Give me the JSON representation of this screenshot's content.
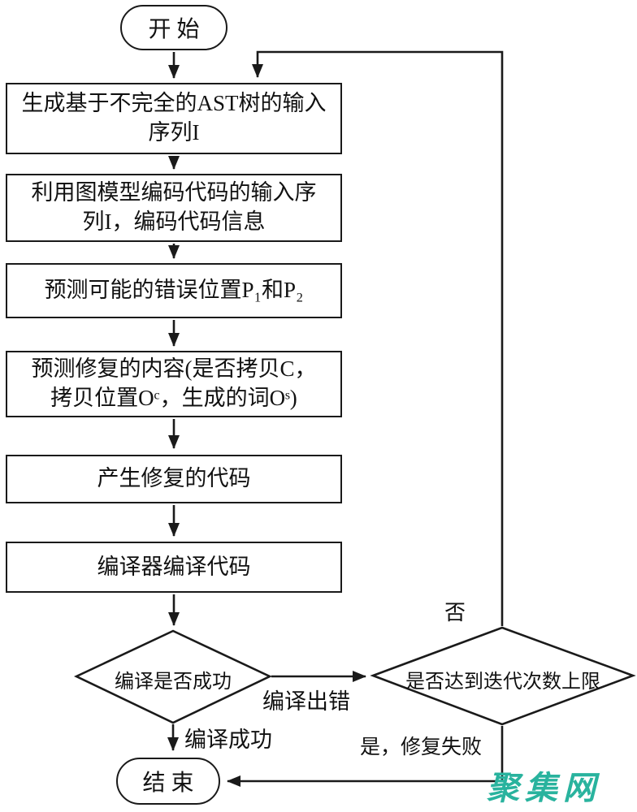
{
  "flowchart": {
    "start_label": "开始",
    "end_label": "结束",
    "steps": [
      "生成基于不完全的AST树的输入\n序列I",
      "利用图模型编码代码的输入序\n列I，编码代码信息",
      "预测可能的错误位置P₁和P₂",
      "预测修复的内容(是否拷贝C，\n拷贝位置Oᶜ，生成的词Oˢ)",
      "产生修复的代码",
      "编译器编译代码"
    ],
    "decisions": [
      "编译是否成功",
      "是否达到迭代次数上限"
    ],
    "edge_labels": {
      "compile_error": "编译出错",
      "compile_success": "编译成功",
      "no": "否",
      "yes_repair_failed": "是，修复失败"
    }
  },
  "watermark": "聚集网",
  "colors": {
    "line": "#1a1a1a",
    "background": "#ffffff",
    "watermark": "#29b39e"
  }
}
